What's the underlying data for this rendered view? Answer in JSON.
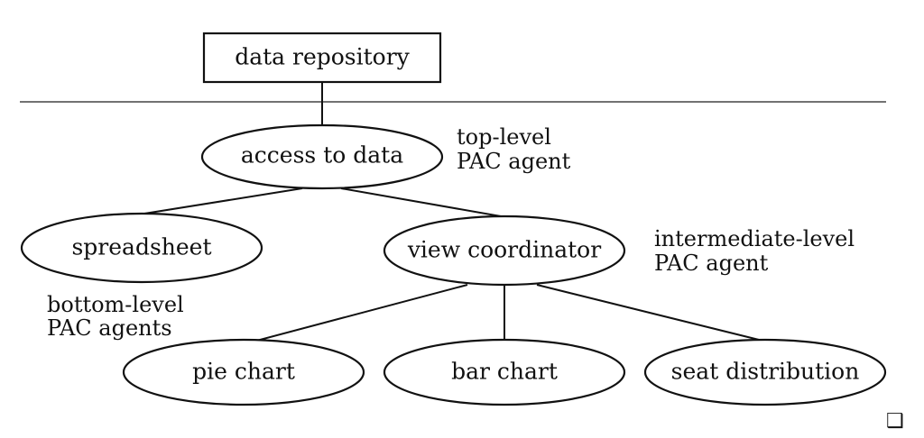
{
  "nodes": {
    "repository": "data repository",
    "access": "access to data",
    "spreadsheet": "spreadsheet",
    "coordinator": "view coordinator",
    "pie": "pie chart",
    "bar": "bar chart",
    "seat": "seat distribution"
  },
  "annotations": {
    "top_level": [
      "top-level",
      "PAC agent"
    ],
    "intermediate_level": [
      "intermediate-level",
      "PAC agent"
    ],
    "bottom_level": [
      "bottom-level",
      "PAC agents"
    ]
  },
  "end_mark": "❑"
}
